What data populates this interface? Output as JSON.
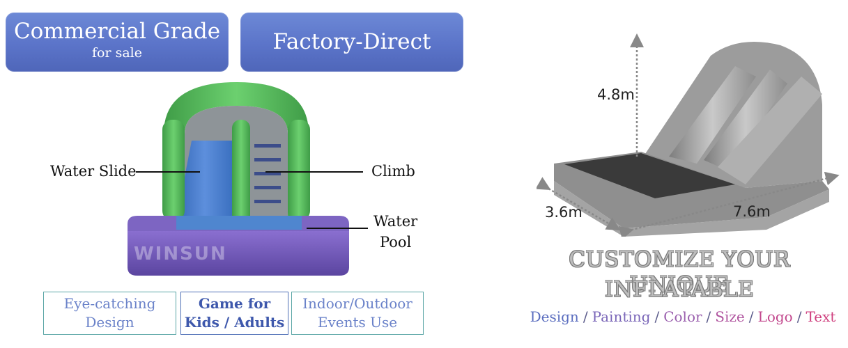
{
  "badges": {
    "commercial": {
      "title": "Commercial Grade",
      "subtitle": "for sale"
    },
    "factory": {
      "title": "Factory-Direct"
    }
  },
  "callouts": {
    "water_slide": "Water Slide",
    "climb": "Climb",
    "water_pool_line1": "Water",
    "water_pool_line2": "Pool"
  },
  "features": [
    {
      "line1": "Eye-catching",
      "line2": "Design"
    },
    {
      "line1": "Game for",
      "line2": "Kids / Adults"
    },
    {
      "line1": "Indoor/Outdoor",
      "line2": "Events Use"
    }
  ],
  "brand": {
    "logo_text": "WINSUN"
  },
  "dimensions": {
    "height": "4.8m",
    "width": "3.6m",
    "length": "7.6m"
  },
  "customize": {
    "line1": "CUSTOMIZE YOUR UNIQUE",
    "line2": "INFLATABLE",
    "options": [
      {
        "label": "Design",
        "color": "#5a6dbf"
      },
      {
        "label": "Painting",
        "color": "#7a66b8"
      },
      {
        "label": "Color",
        "color": "#9a5fae"
      },
      {
        "label": "Size",
        "color": "#b0549f"
      },
      {
        "label": "Logo",
        "color": "#c2478d"
      },
      {
        "label": "Text",
        "color": "#cf3d7d"
      }
    ],
    "separator": "/"
  },
  "colors": {
    "badge_blue": "#5b74c9",
    "slide_green": "#4fb15a",
    "slide_blue": "#4a78c9",
    "pool_purple": "#7058b0",
    "gray_model": "#9a9a9a"
  }
}
